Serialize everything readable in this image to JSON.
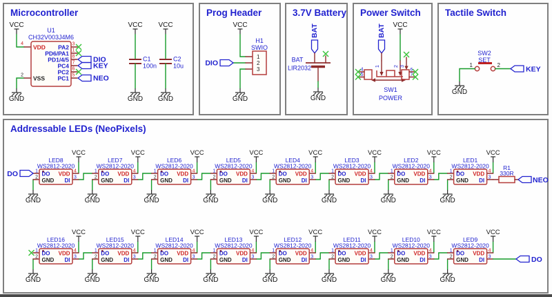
{
  "sections": {
    "mcu": {
      "title": "Microcontroller"
    },
    "prog": {
      "title": "Prog Header"
    },
    "battery": {
      "title": "3.7V Battery"
    },
    "power": {
      "title": "Power Switch"
    },
    "tactile": {
      "title": "Tactile Switch"
    },
    "leds": {
      "title": "Addressable LEDs (NeoPixels)"
    }
  },
  "flags": {
    "vcc": "VCC",
    "gnd": "GND"
  },
  "mcu": {
    "ref": "U1",
    "value": "CH32V003J4M6",
    "pins": {
      "vdd": {
        "num": "4",
        "name": "VDD"
      },
      "vss": {
        "num": "2",
        "name": "VSS"
      },
      "pa2": {
        "num": "3",
        "name": "PA2"
      },
      "pd6": {
        "num": "1",
        "name": "PD6/PA1"
      },
      "pd1": {
        "num": "8",
        "name": "PD1/4/5"
      },
      "pc4": {
        "num": "7",
        "name": "PC4"
      },
      "pc2": {
        "num": "6",
        "name": "PC2"
      },
      "pc1": {
        "num": "5",
        "name": "PC1"
      }
    },
    "labels": {
      "dio": "DIO",
      "key": "KEY",
      "neo": "NEO"
    }
  },
  "capacitors": [
    {
      "ref": "C1",
      "value": "100n"
    },
    {
      "ref": "C2",
      "value": "10u"
    }
  ],
  "prog": {
    "ref": "H1",
    "value": "SWIO",
    "pin1": "1",
    "pin2": "2",
    "pin3": "3",
    "label": "DIO"
  },
  "battery": {
    "ref": "BAT",
    "value": "LIR2032",
    "label": "BAT"
  },
  "power": {
    "ref": "SW1",
    "value": "POWER",
    "label_bat": "BAT",
    "pins": {
      "p1": "1",
      "p2": "2",
      "p3": "3",
      "p4": "4",
      "p5": "5",
      "p6": "6",
      "p7": "7"
    }
  },
  "tactile": {
    "ref": "SW2",
    "value": "SET",
    "pin1": "1",
    "pin2": "2",
    "label": "KEY"
  },
  "leds": {
    "value": "WS2812-2020",
    "row1": [
      "LED8",
      "LED7",
      "LED6",
      "LED5",
      "LED4",
      "LED3",
      "LED2",
      "LED1"
    ],
    "row2": [
      "LED16",
      "LED15",
      "LED14",
      "LED13",
      "LED12",
      "LED11",
      "LED10",
      "LED9"
    ],
    "pin_names": {
      "do": "DO",
      "vdd": "VDD",
      "gnd": "GND",
      "di": "DI"
    },
    "pin_numbers": {
      "do": "1",
      "gnd": "2",
      "di": "3",
      "vdd": "4"
    },
    "label_in": "DO",
    "label_out": "DO",
    "label_neo": "NEO",
    "resistor": {
      "ref": "R1",
      "value": "330R"
    }
  },
  "colors": {
    "wire_green": "#149a28",
    "symbol_red": "#b43c3c",
    "dark_red": "#8e2b2b",
    "accent_red": "#cd2222",
    "label_blue": "#2122cf",
    "nc_green": "#3ec43e",
    "text_black": "#1d1d1d",
    "box_border": "#7e7e7e"
  }
}
